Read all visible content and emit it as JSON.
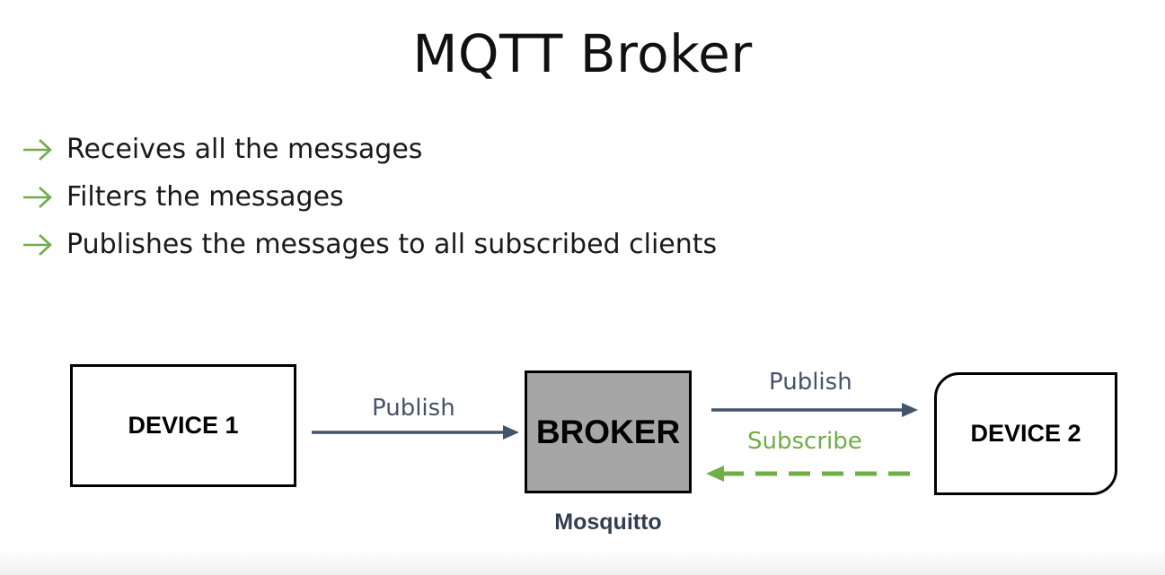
{
  "title": "MQTT Broker",
  "bullets": [
    {
      "text": "Receives all the messages",
      "icon": "arrow-right-icon"
    },
    {
      "text": "Filters the messages",
      "icon": "arrow-right-icon"
    },
    {
      "text": "Publishes the messages to all subscribed clients",
      "icon": "arrow-right-icon"
    }
  ],
  "diagram": {
    "nodes": {
      "device1": "DEVICE 1",
      "broker": "BROKER",
      "device2": "DEVICE 2"
    },
    "broker_caption": "Mosquitto",
    "edges": [
      {
        "from": "device1",
        "to": "broker",
        "label": "Publish",
        "style": "solid",
        "color": "#44546a"
      },
      {
        "from": "broker",
        "to": "device2",
        "label": "Publish",
        "style": "solid",
        "color": "#44546a"
      },
      {
        "from": "device2",
        "to": "broker",
        "label": "Subscribe",
        "style": "dashed",
        "color": "#70ad47"
      }
    ]
  },
  "colors": {
    "accent_green": "#70ad47",
    "arrow_slate": "#44546a",
    "broker_fill": "#a6a6a6"
  }
}
